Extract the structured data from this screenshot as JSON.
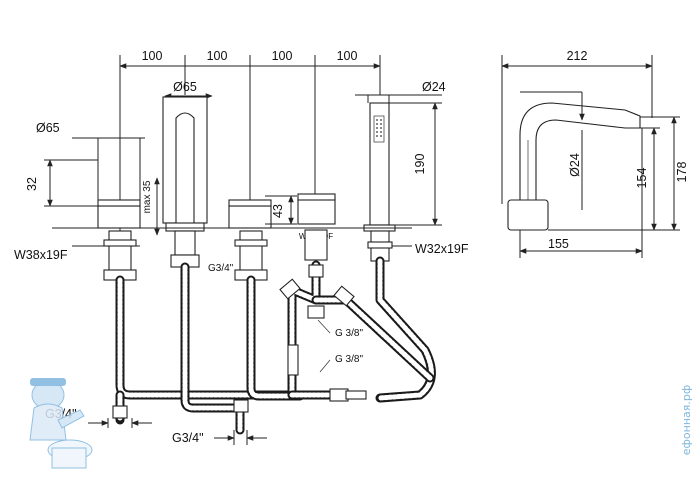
{
  "top_dims": [
    "100",
    "100",
    "100",
    "100"
  ],
  "diameters": {
    "spout": "Ø65",
    "handle": "Ø65",
    "shower": "Ø24",
    "side_spout": "Ø24"
  },
  "heights": {
    "handle": "32",
    "max_depth": "max 35",
    "valve": "43",
    "shower": "190",
    "side_154": "154",
    "side_178": "178"
  },
  "threads": {
    "left": "W38x19F",
    "right": "W32x19F",
    "mid": "W27x19F",
    "g34_top": "G3/4\"",
    "g38_a": "G 3/8\"",
    "g38_b": "G 3/8\"",
    "g34_left": "G3/4\"",
    "g34_bottom": "G3/4\""
  },
  "side_dims": {
    "width": "212",
    "base": "155"
  },
  "watermark": "ефонная.рф"
}
